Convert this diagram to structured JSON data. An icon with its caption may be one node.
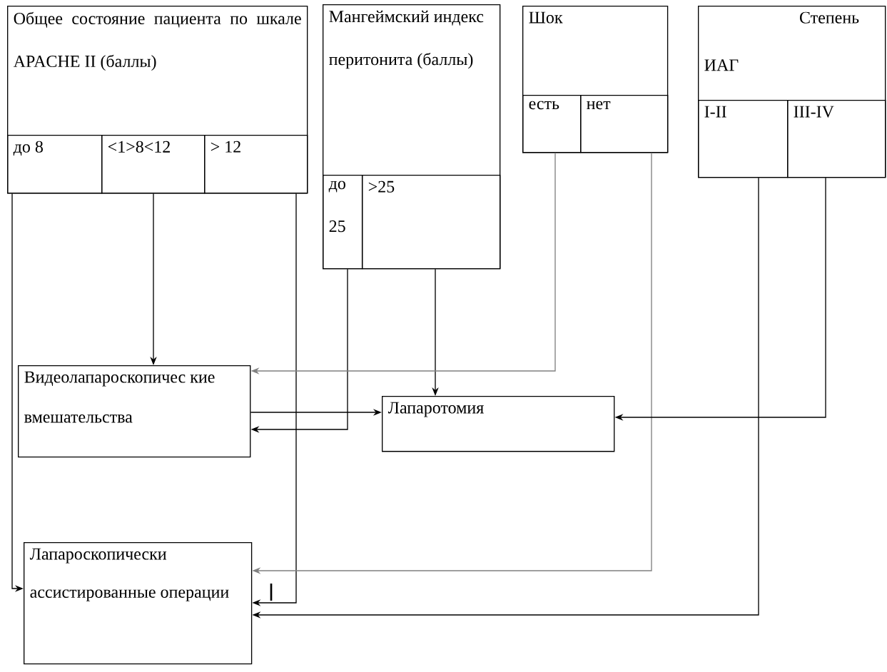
{
  "diagram": {
    "nodes": [
      {
        "text": [
          "Общее состояние пациента по шкале APACHE II (баллы)"
        ]
      },
      {
        "text": [
          "до 8"
        ],
        "in": 0
      },
      {
        "text": [
          "<1>8<12"
        ],
        "in": 0
      },
      {
        "text": [
          "> 12"
        ],
        "in": 0
      },
      {
        "text": [
          "Мангеймский индекс перитонита (баллы)"
        ]
      },
      {
        "text": [
          "до 25"
        ],
        "in": 4
      },
      {
        "text": [
          ">25"
        ],
        "in": 4
      },
      {
        "text": [
          "Шок"
        ]
      },
      {
        "text": [
          "есть"
        ],
        "in": 7
      },
      {
        "text": [
          "нет"
        ],
        "in": 7
      },
      {
        "text": [
          "Степень ИАГ"
        ]
      },
      {
        "text": [
          "I-II"
        ],
        "in": 10
      },
      {
        "text": [
          "III-IV"
        ],
        "in": 10
      },
      {
        "text": [
          "Видеолапароскопичес кие вмешательства"
        ]
      },
      {
        "text": [
          "Лапаротомия"
        ]
      },
      {
        "text": [
          "Лапароскопически ассистированные операции"
        ]
      }
    ],
    "edges": [
      {
        "from": 1,
        "to": 15,
        "arrow": "to"
      },
      {
        "from": 2,
        "to": 13,
        "arrow": "to"
      },
      {
        "from": 3,
        "to": 15,
        "arrow": "to"
      },
      {
        "from": 5,
        "to": 13,
        "arrow": "to"
      },
      {
        "from": 6,
        "to": 14,
        "arrow": "to"
      },
      {
        "from": 8,
        "to": 13,
        "arrow": "to",
        "color": "#808080"
      },
      {
        "from": 9,
        "to": 15,
        "arrow": "to",
        "color": "#808080"
      },
      {
        "from": 11,
        "to": 15,
        "arrow": "to"
      },
      {
        "from": 12,
        "to": 14,
        "arrow": "to"
      },
      {
        "from": 13,
        "to": 14,
        "arrow": "to"
      }
    ]
  }
}
